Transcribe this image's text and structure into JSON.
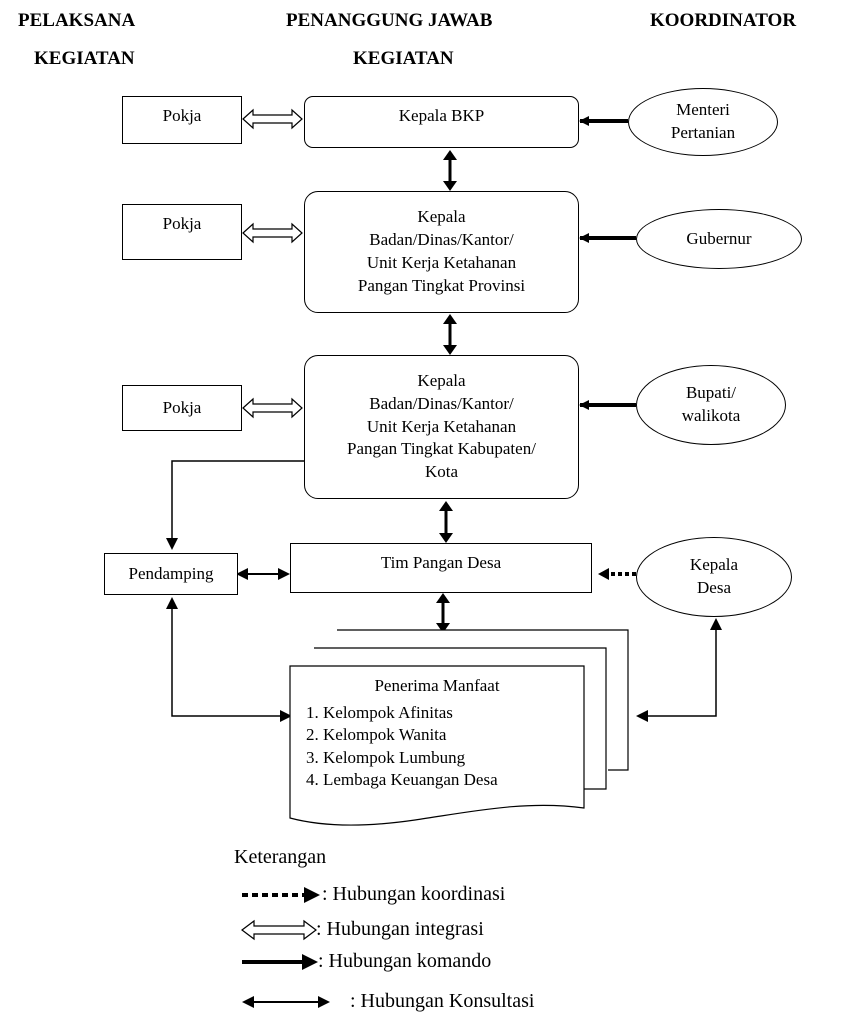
{
  "headers": {
    "col1_line1": "PELAKSANA",
    "col1_line2": "KEGIATAN",
    "col2_line1": "PENANGGUNG JAWAB",
    "col2_line2": "KEGIATAN",
    "col3_line1": "KOORDINATOR"
  },
  "nodes": {
    "pokja_1": "Pokja",
    "pokja_2": "Pokja",
    "pokja_3": "Pokja",
    "kepala_bkp": "Kepala BKP",
    "prov": [
      "Kepala",
      "Badan/Dinas/Kantor/",
      "Unit Kerja Ketahanan",
      "Pangan Tingkat Provinsi"
    ],
    "kab": [
      "Kepala",
      "Badan/Dinas/Kantor/",
      "Unit Kerja Ketahanan",
      "Pangan Tingkat Kabupaten/",
      "Kota"
    ],
    "menteri": [
      "Menteri",
      "Pertanian"
    ],
    "gubernur": "Gubernur",
    "bupati": [
      "Bupati/",
      "walikota"
    ],
    "kepala_desa": [
      "Kepala",
      "Desa"
    ],
    "pendamping": "Pendamping",
    "tim_pangan": "Tim Pangan Desa",
    "penerima_title": "Penerima Manfaat",
    "penerima_items": [
      "1.   Kelompok Afinitas",
      "2.   Kelompok Wanita",
      "3.   Kelompok Lumbung",
      "4.   Lembaga Keuangan Desa"
    ]
  },
  "legend": {
    "title": "Keterangan",
    "koordinasi": ": Hubungan koordinasi",
    "integrasi": ": Hubungan integrasi",
    "komando": ": Hubungan komando",
    "konsultasi": ": Hubungan Konsultasi"
  },
  "colors": {
    "line": "#000000",
    "background": "#ffffff",
    "watermark": "#d9d9d9"
  }
}
